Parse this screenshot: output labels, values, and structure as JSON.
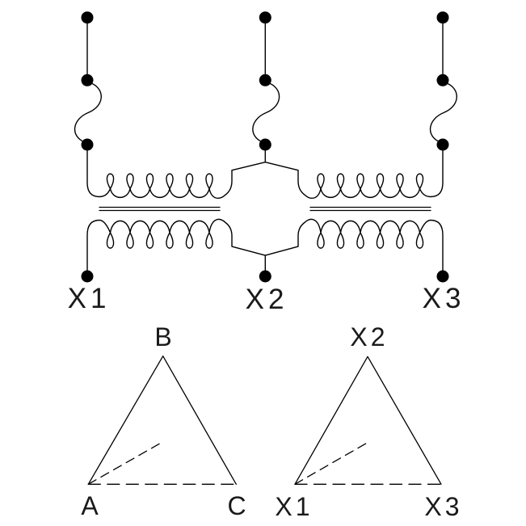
{
  "schematic": {
    "terminal_labels": {
      "x1": "X1",
      "x2": "X2",
      "x3": "X3"
    }
  },
  "primary_phasor": {
    "top": "B",
    "bottom_left": "A",
    "bottom_right": "C"
  },
  "secondary_phasor": {
    "top": "X2",
    "bottom_left": "X1",
    "bottom_right": "X3"
  },
  "colors": {
    "line": "#000000",
    "background": "#ffffff"
  }
}
